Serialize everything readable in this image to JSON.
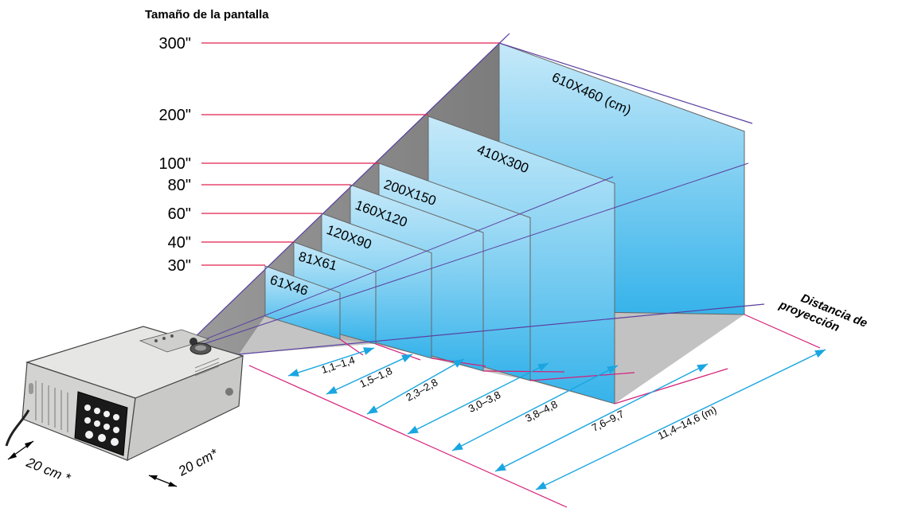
{
  "title": "Tamaño de la pantalla",
  "axis_title_line1": "Distancia de",
  "axis_title_line2": "proyección",
  "clearance_left": "20 cm *",
  "clearance_right": "20 cm*",
  "colors": {
    "size_line": "#e0204f",
    "outline": "#5a3fa0",
    "distance_line": "#d4207a",
    "arrow": "#1aa6e0",
    "screen_top": "#bfe6f8",
    "screen_bottom": "#3cb6ea",
    "wall": "#8a8a8a",
    "floor": "#b8b8b8"
  },
  "screens": [
    {
      "size": "30\"",
      "dimensions": "61X46",
      "distance": "1,1–1,4"
    },
    {
      "size": "40\"",
      "dimensions": "81X61",
      "distance": "1,5–1,8"
    },
    {
      "size": "60\"",
      "dimensions": "120X90",
      "distance": "2,3–2,8"
    },
    {
      "size": "80\"",
      "dimensions": "160X120",
      "distance": "3,0–3,8"
    },
    {
      "size": "100\"",
      "dimensions": "200X150",
      "distance": "3,8–4,8"
    },
    {
      "size": "200\"",
      "dimensions": "410X300",
      "distance": "7,6–9,7"
    },
    {
      "size": "300\"",
      "dimensions": "610X460 (cm)",
      "distance": "11,4–14,6 (m)"
    }
  ]
}
